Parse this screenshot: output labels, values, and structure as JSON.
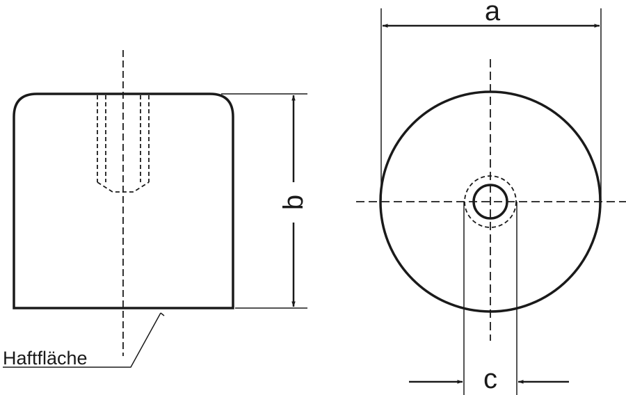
{
  "labels": {
    "dim_a": "a",
    "dim_b": "b",
    "dim_c": "c",
    "adhesive_surface": "Haftfläche"
  },
  "colors": {
    "line": "#1a1a1a",
    "background": "#ffffff"
  }
}
